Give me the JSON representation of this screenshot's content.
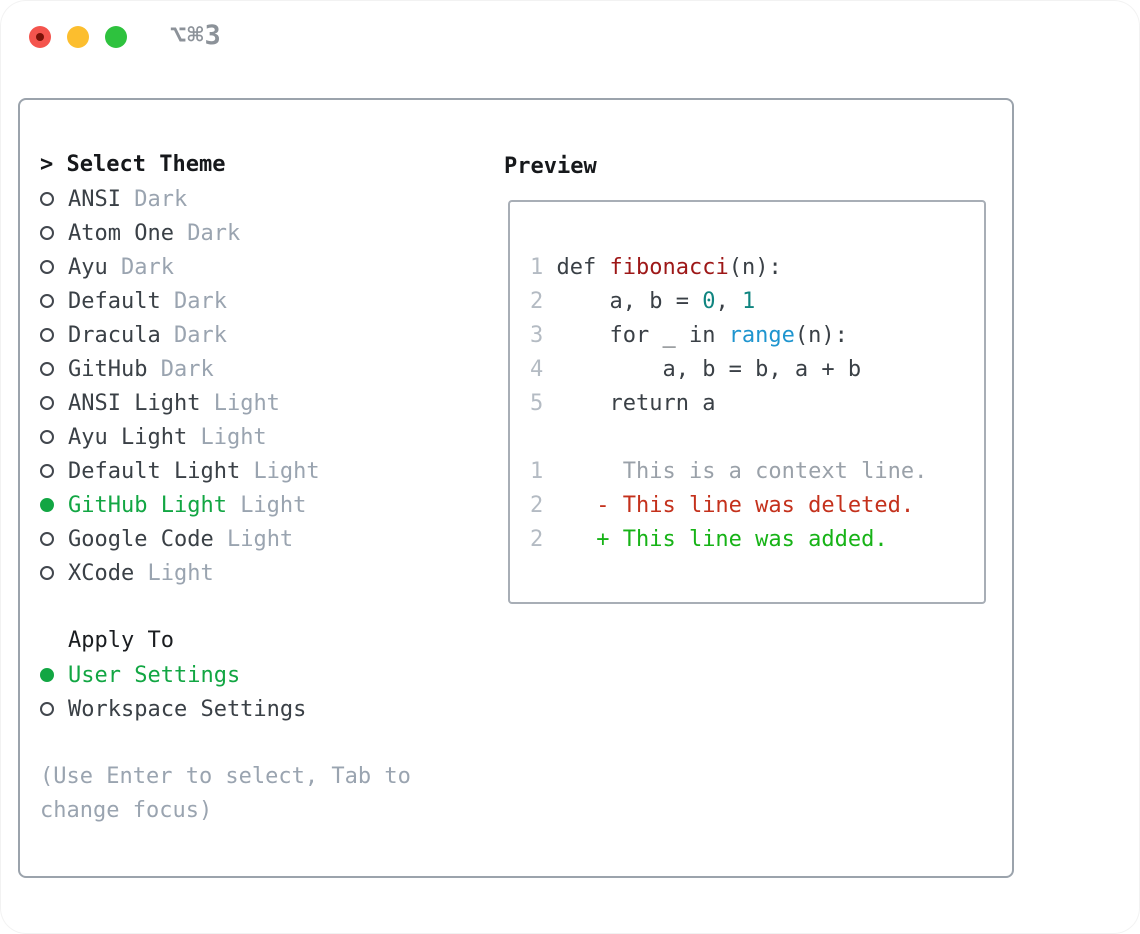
{
  "window": {
    "title": "⌥⌘3"
  },
  "theme_list": {
    "cursor": ">",
    "title": "Select Theme",
    "items": [
      {
        "name": "ANSI",
        "variant": "Dark",
        "selected": false
      },
      {
        "name": "Atom One",
        "variant": "Dark",
        "selected": false
      },
      {
        "name": "Ayu",
        "variant": "Dark",
        "selected": false
      },
      {
        "name": "Default",
        "variant": "Dark",
        "selected": false
      },
      {
        "name": "Dracula",
        "variant": "Dark",
        "selected": false
      },
      {
        "name": "GitHub",
        "variant": "Dark",
        "selected": false
      },
      {
        "name": "ANSI Light",
        "variant": "Light",
        "selected": false
      },
      {
        "name": "Ayu Light",
        "variant": "Light",
        "selected": false
      },
      {
        "name": "Default Light",
        "variant": "Light",
        "selected": false
      },
      {
        "name": "GitHub Light",
        "variant": "Light",
        "selected": true
      },
      {
        "name": "Google Code",
        "variant": "Light",
        "selected": false
      },
      {
        "name": "XCode",
        "variant": "Light",
        "selected": false
      }
    ]
  },
  "apply_to": {
    "title": "Apply To",
    "items": [
      {
        "name": "User Settings",
        "selected": true
      },
      {
        "name": "Workspace Settings",
        "selected": false
      }
    ]
  },
  "hint": {
    "line1": "(Use Enter to select, Tab to",
    "line2": "change focus)"
  },
  "preview": {
    "title": "Preview",
    "code_lines": [
      {
        "num": "1",
        "segments": [
          {
            "t": " def ",
            "s": "code"
          },
          {
            "t": "fibonacci",
            "s": "func"
          },
          {
            "t": "(n):",
            "s": "code"
          }
        ]
      },
      {
        "num": "2",
        "segments": [
          {
            "t": "     a, b = ",
            "s": "code"
          },
          {
            "t": "0",
            "s": "number"
          },
          {
            "t": ", ",
            "s": "code"
          },
          {
            "t": "1",
            "s": "number"
          }
        ]
      },
      {
        "num": "3",
        "segments": [
          {
            "t": "     for _ in ",
            "s": "code"
          },
          {
            "t": "range",
            "s": "builtin"
          },
          {
            "t": "(n):",
            "s": "code"
          }
        ]
      },
      {
        "num": "4",
        "segments": [
          {
            "t": "         a, b = b, a + b",
            "s": "code"
          }
        ]
      },
      {
        "num": "5",
        "segments": [
          {
            "t": "     return a",
            "s": "code"
          }
        ]
      },
      {
        "num": "",
        "segments": []
      },
      {
        "num": "1",
        "segments": [
          {
            "t": "      This is a context line.",
            "s": "context"
          }
        ]
      },
      {
        "num": "2",
        "segments": [
          {
            "t": "    - This line was deleted.",
            "s": "deleted"
          }
        ]
      },
      {
        "num": "2",
        "segments": [
          {
            "t": "    + This line was added.",
            "s": "added"
          }
        ]
      }
    ]
  },
  "colors": {
    "accent_green": "#12a643",
    "added_green": "#17b317",
    "deleted_red": "#c4311c",
    "function_red": "#9d1717",
    "number_teal": "#108580",
    "builtin_blue": "#1f95cf",
    "context_gray": "#9aa1a9",
    "muted_gray": "#9aa4b0",
    "text_dark": "#3a4046",
    "line_number_gray": "#b4bbc3",
    "border_gray": "#9ba3ac",
    "preview_border": "#a8aeb6",
    "title_gray": "#8c9299",
    "traffic_red": "#f4544d",
    "traffic_red_dot": "#7a1208",
    "traffic_yellow": "#fcbe2e",
    "traffic_green": "#2ec23e"
  }
}
